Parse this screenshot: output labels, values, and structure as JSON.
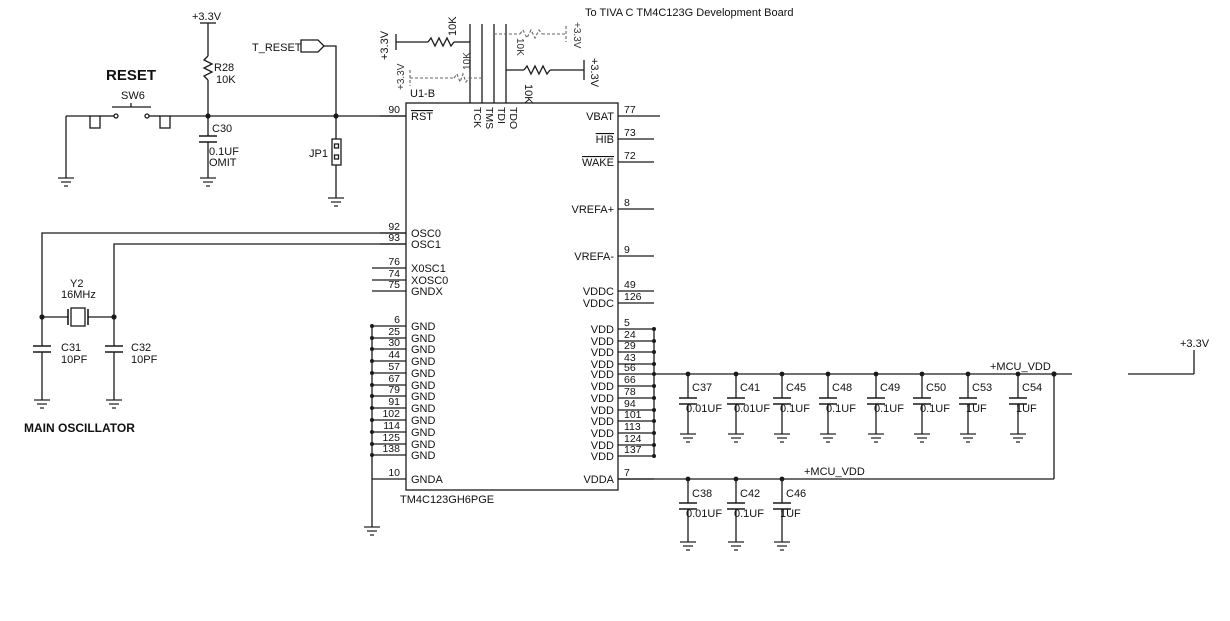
{
  "header": {
    "board_label": "To TIVA C TM4C123G Development Board"
  },
  "chip": {
    "name": "U1-B",
    "part": "TM4C123GH6PGE",
    "left_pins": [
      {
        "num": "90",
        "name": "RST"
      },
      {
        "num": "92",
        "name": "OSC0"
      },
      {
        "num": "93",
        "name": "OSC1"
      },
      {
        "num": "76",
        "name": "X0SC1"
      },
      {
        "num": "74",
        "name": "XOSC0"
      },
      {
        "num": "75",
        "name": "GNDX"
      },
      {
        "num": "6",
        "name": "GND"
      },
      {
        "num": "25",
        "name": "GND"
      },
      {
        "num": "30",
        "name": "GND"
      },
      {
        "num": "44",
        "name": "GND"
      },
      {
        "num": "57",
        "name": "GND"
      },
      {
        "num": "67",
        "name": "GND"
      },
      {
        "num": "79",
        "name": "GND"
      },
      {
        "num": "91",
        "name": "GND"
      },
      {
        "num": "102",
        "name": "GND"
      },
      {
        "num": "114",
        "name": "GND"
      },
      {
        "num": "125",
        "name": "GND"
      },
      {
        "num": "138",
        "name": "GND"
      },
      {
        "num": "10",
        "name": "GNDA"
      }
    ],
    "right_pins": [
      {
        "num": "77",
        "name": "VBAT"
      },
      {
        "num": "73",
        "name": "HIB"
      },
      {
        "num": "72",
        "name": "WAKE"
      },
      {
        "num": "8",
        "name": "VREFA+"
      },
      {
        "num": "9",
        "name": "VREFA-"
      },
      {
        "num": "49",
        "name": "VDDC"
      },
      {
        "num": "126",
        "name": "VDDC"
      },
      {
        "num": "5",
        "name": "VDD"
      },
      {
        "num": "24",
        "name": "VDD"
      },
      {
        "num": "29",
        "name": "VDD"
      },
      {
        "num": "43",
        "name": "VDD"
      },
      {
        "num": "56",
        "name": "VDD"
      },
      {
        "num": "66",
        "name": "VDD"
      },
      {
        "num": "78",
        "name": "VDD"
      },
      {
        "num": "94",
        "name": "VDD"
      },
      {
        "num": "101",
        "name": "VDD"
      },
      {
        "num": "113",
        "name": "VDD"
      },
      {
        "num": "124",
        "name": "VDD"
      },
      {
        "num": "137",
        "name": "VDD"
      },
      {
        "num": "7",
        "name": "VDDA"
      }
    ],
    "top_pins": [
      "TCK",
      "TMS",
      "TDI",
      "TDO"
    ]
  },
  "reset": {
    "title": "RESET",
    "switch": "SW6",
    "supply": "+3.3V",
    "r28_name": "R28",
    "r28_value": "10K",
    "c30_name": "C30",
    "c30_value": "0.1UF",
    "c30_note": "OMIT",
    "t_reset": "T_RESET",
    "jp1": "JP1"
  },
  "jtag": {
    "supply": "+3.3V",
    "r_value": "10K"
  },
  "oscillator": {
    "title": "MAIN OSCILLATOR",
    "crystal_name": "Y2",
    "crystal_value": "16MHz",
    "c31_name": "C31",
    "c31_value": "10PF",
    "c32_name": "C32",
    "c32_value": "10PF"
  },
  "decoupling": {
    "net": "+MCU_VDD",
    "supply": "+3.3V",
    "vdd_caps": [
      {
        "name": "C37",
        "value": "0.01UF"
      },
      {
        "name": "C41",
        "value": "0.01UF"
      },
      {
        "name": "C45",
        "value": "0.1UF"
      },
      {
        "name": "C48",
        "value": "0.1UF"
      },
      {
        "name": "C49",
        "value": "0.1UF"
      },
      {
        "name": "C50",
        "value": "0.1UF"
      },
      {
        "name": "C53",
        "value": "1UF"
      },
      {
        "name": "C54",
        "value": "1UF"
      }
    ],
    "vdda_caps": [
      {
        "name": "C38",
        "value": "0.01UF"
      },
      {
        "name": "C42",
        "value": "0.1UF"
      },
      {
        "name": "C46",
        "value": "1UF"
      }
    ]
  }
}
